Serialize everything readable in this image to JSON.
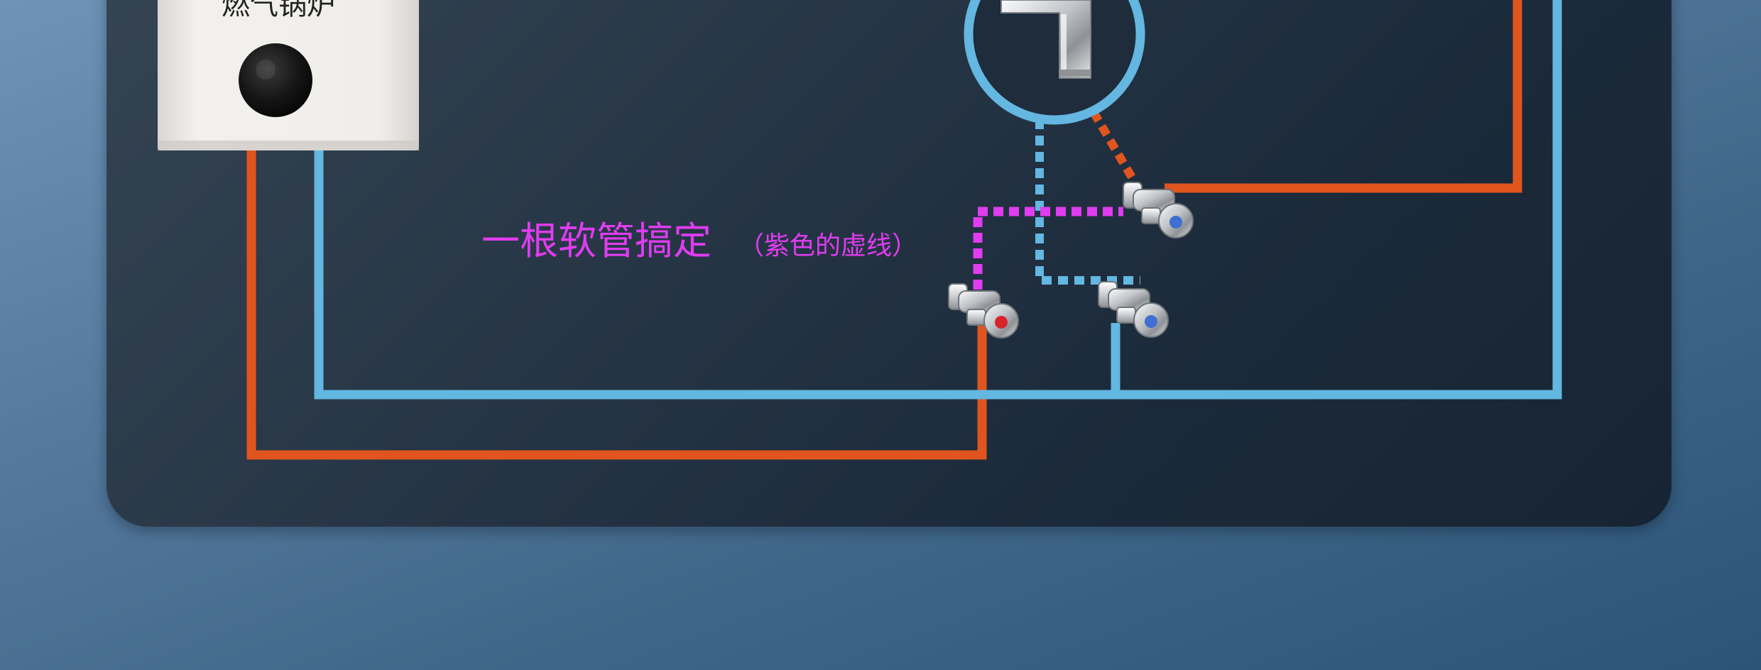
{
  "boiler": {
    "label": "燃气锅炉"
  },
  "annotation": {
    "main": "一根软管搞定",
    "note": "（紫色的虚线）"
  },
  "colors": {
    "hot_pipe": "#e0551e",
    "cold_pipe": "#63b7e1",
    "hose_dashed": "#e03cf0",
    "panel": "#1f2e3d",
    "valve_hot_knob": "#d9242e",
    "valve_cold_knob": "#3f6fd0"
  },
  "icons": {
    "faucet": "faucet-icon",
    "valve": "angle-valve-icon",
    "boiler_knob": "boiler-knob-icon"
  }
}
